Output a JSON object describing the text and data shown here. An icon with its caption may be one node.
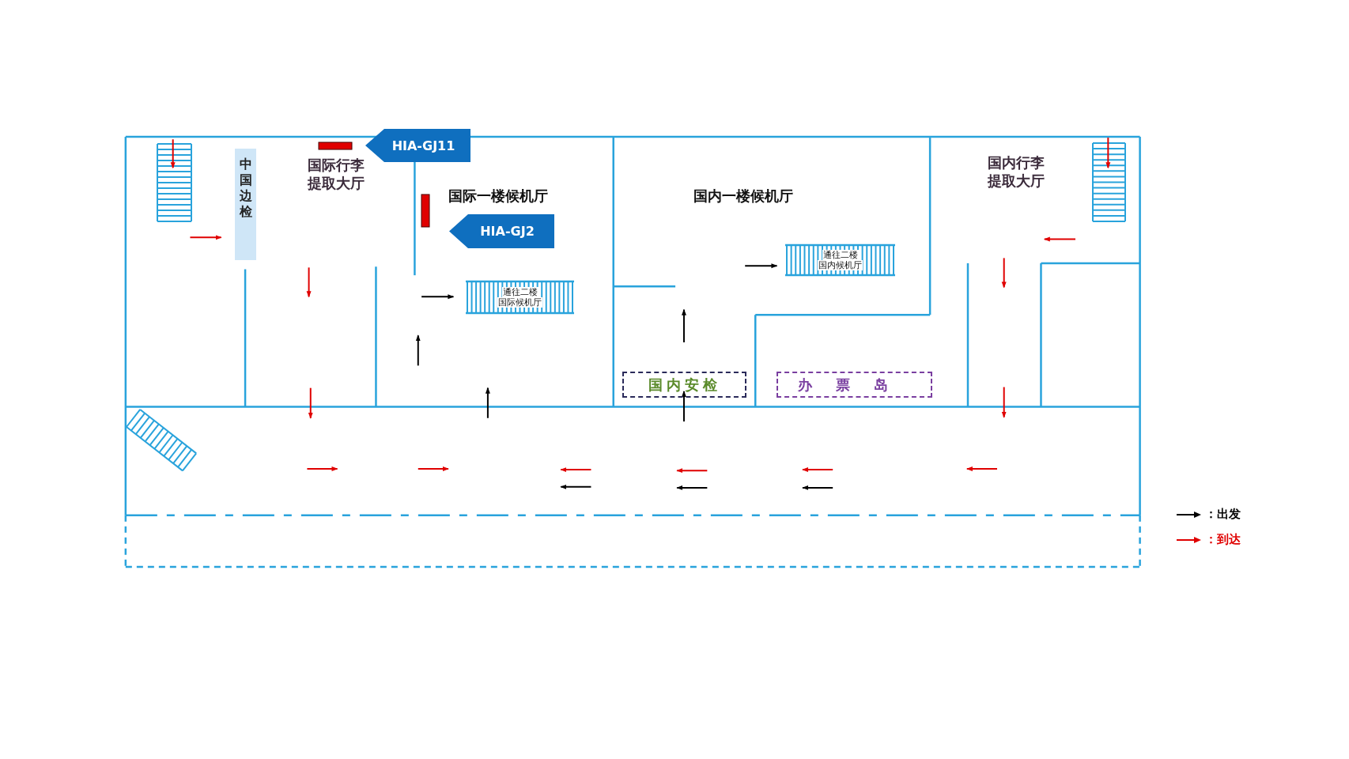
{
  "diagram": {
    "nodes": [
      {
        "text": [
          "中国边检"
        ]
      },
      {
        "text": [
          "国际行李提取大厅"
        ]
      },
      {
        "text": [
          "HIA-GJ11"
        ]
      },
      {
        "text": [
          "国际一楼候机厅"
        ]
      },
      {
        "text": [
          "HIA-GJ2"
        ]
      },
      {
        "text": [
          "通往二楼",
          "国际候机厅"
        ]
      },
      {
        "text": [
          "国内一楼候机厅"
        ]
      },
      {
        "text": [
          "通往二楼",
          "国内候机厅"
        ]
      },
      {
        "text": [
          "国内行李提取大厅"
        ]
      },
      {
        "text": [
          "国内安检"
        ]
      },
      {
        "text": [
          "办票岛"
        ]
      }
    ],
    "legend": [
      {
        "text": "：出发"
      },
      {
        "text": "：到达"
      }
    ]
  }
}
